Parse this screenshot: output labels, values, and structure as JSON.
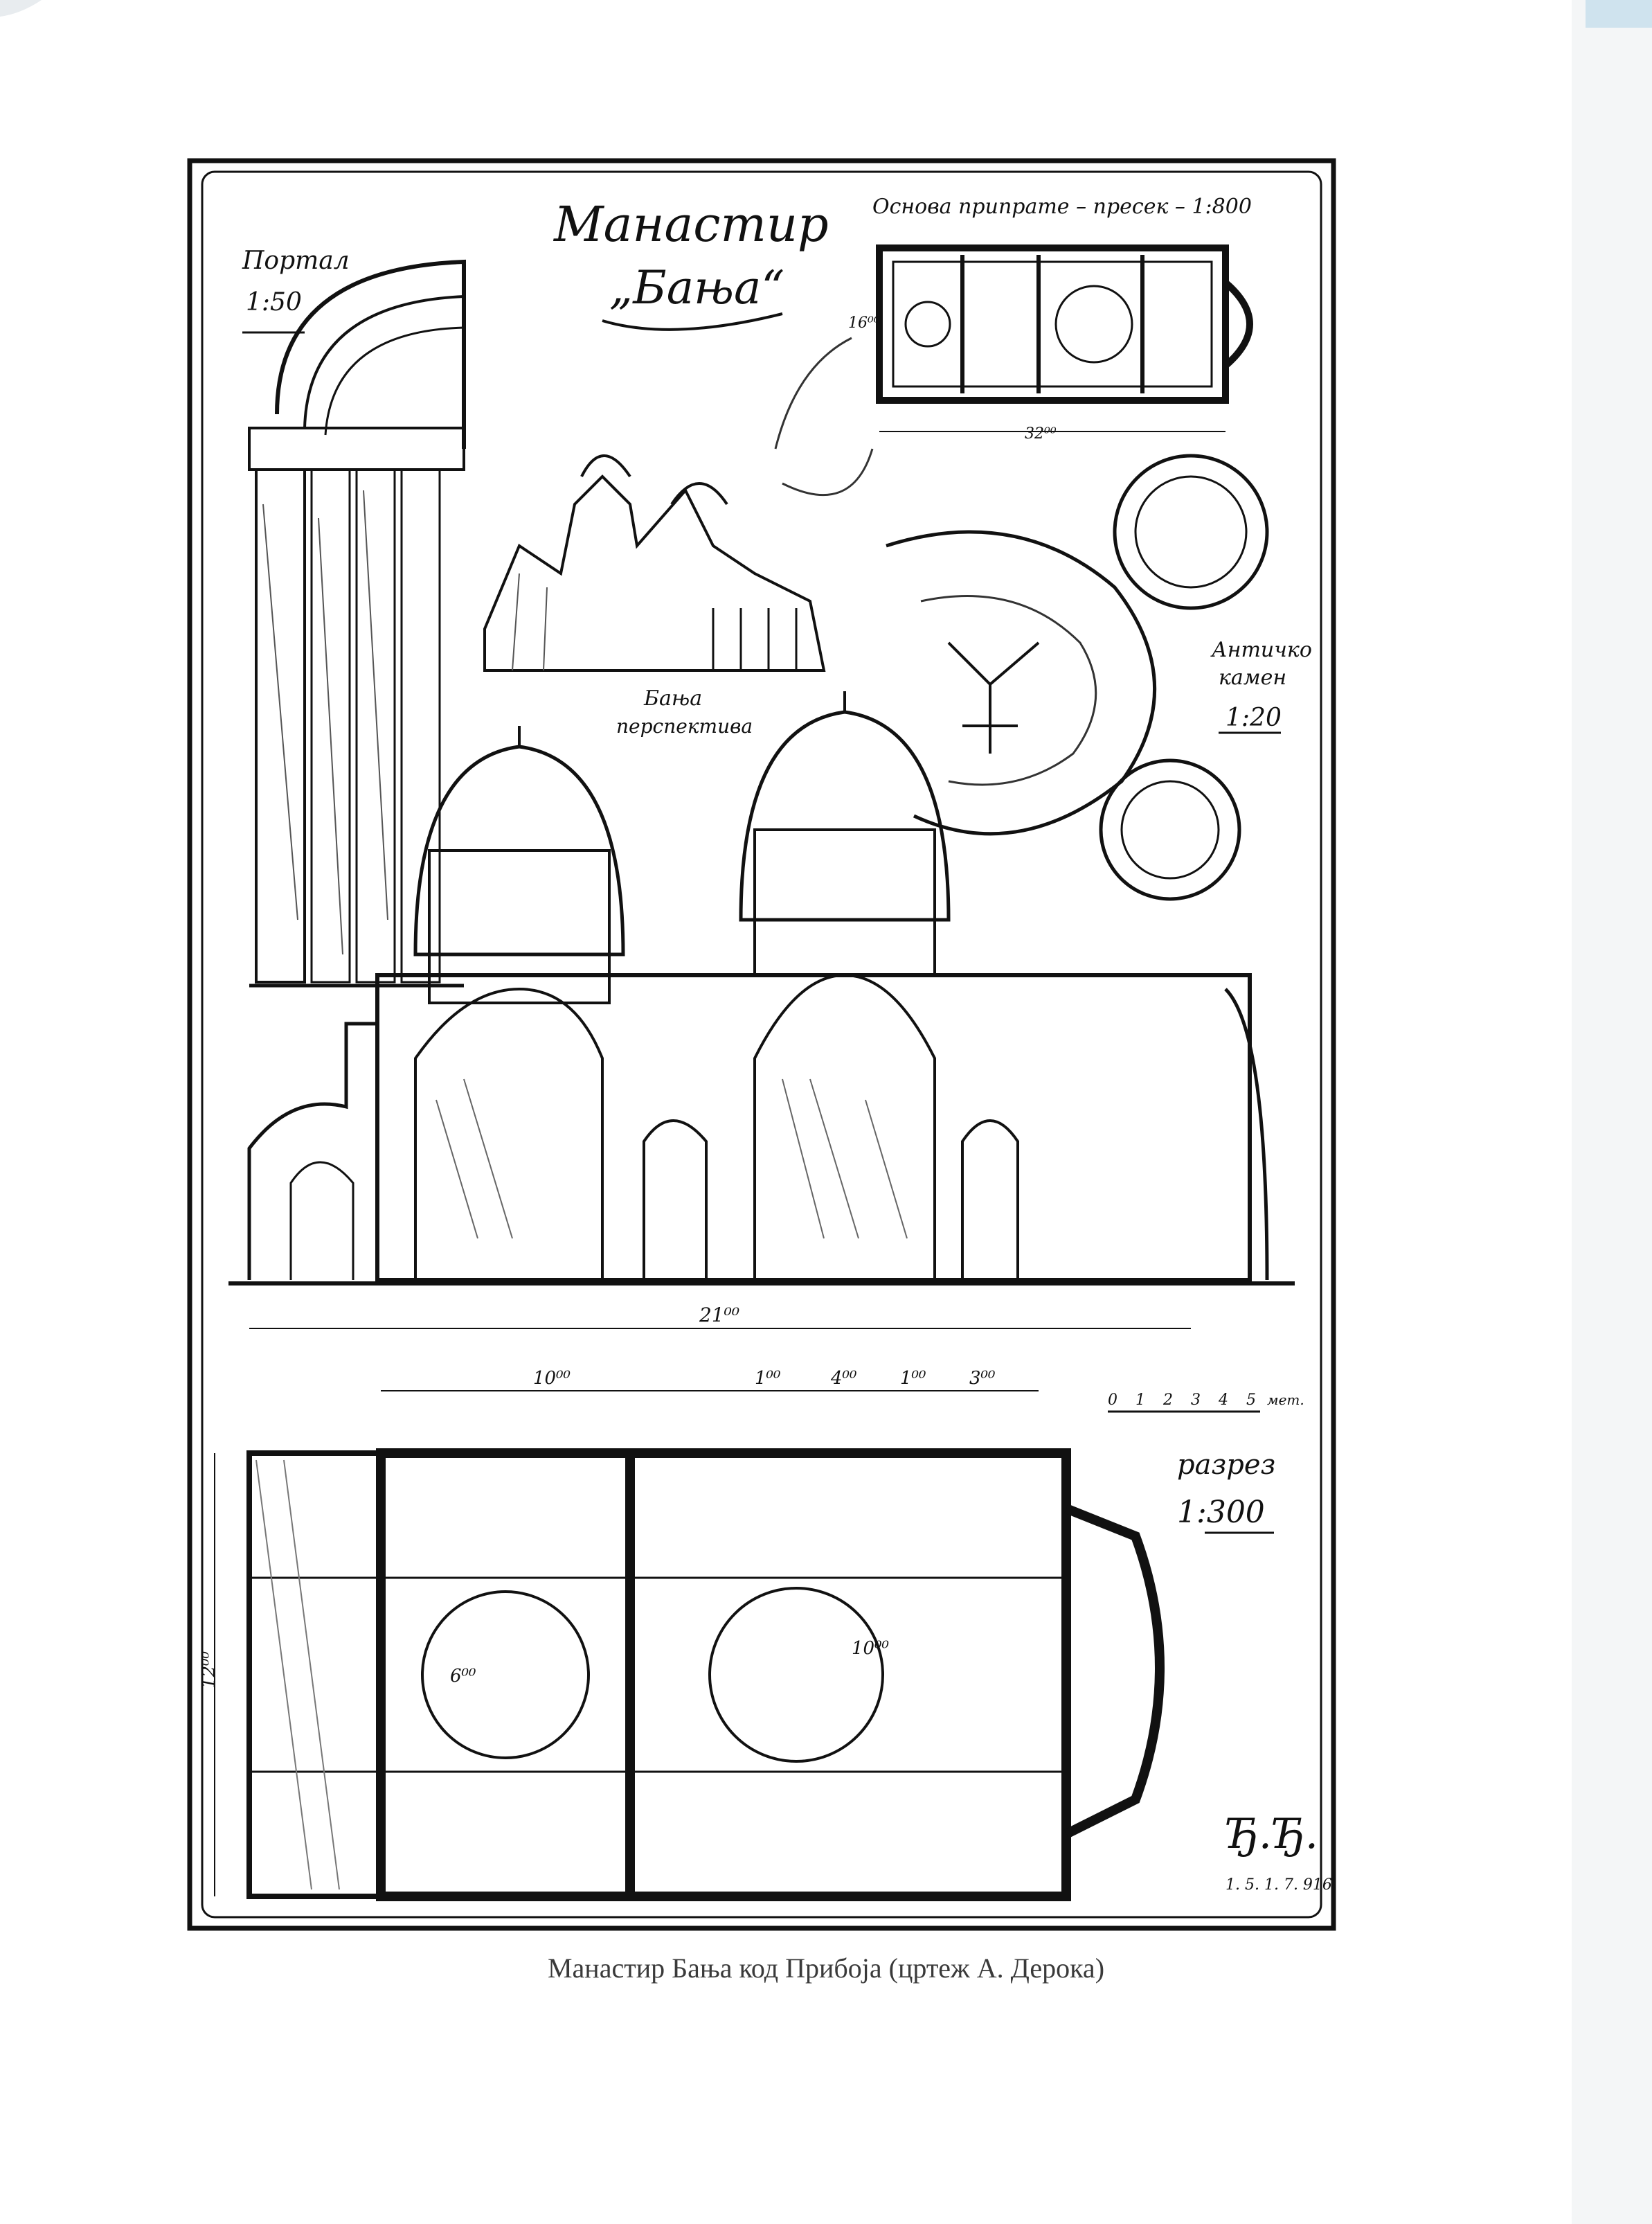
{
  "plate": {
    "title_line1": "Манастир",
    "title_line2": "„Бања“",
    "portal_label": "Портал",
    "portal_scale": "1:50",
    "plan_small_label": "Основа припрате – пресек – 1:800",
    "perspective_label_line1": "Бања",
    "perspective_label_line2": "перспектива",
    "ornament_label_line1": "Античко",
    "ornament_label_line2": "камен",
    "ornament_scale": "1:20",
    "section_label": "разрез",
    "section_scale": "1:300",
    "dim_total": "21⁰⁰",
    "dim_width": "12⁰⁰",
    "dim_small_a": "32⁰⁰",
    "dim_small_b": "16⁰⁰",
    "dim_dome": "6⁰⁰",
    "dim_nave": "10⁰⁰",
    "dim_a": "10⁰⁰",
    "dim_b": "1⁰⁰",
    "dim_c": "4⁰⁰",
    "dim_d": "1⁰⁰",
    "dim_e": "3⁰⁰",
    "scale_ticks": [
      "0",
      "1",
      "2",
      "3",
      "4",
      "5"
    ],
    "scale_unit": "мет.",
    "signature": "Ђ.Ђ.",
    "signature_date": "1. 5.\n1. 7. 916."
  },
  "caption": "Манастир Бања код Прибоја (цртеж А. Дерока)"
}
